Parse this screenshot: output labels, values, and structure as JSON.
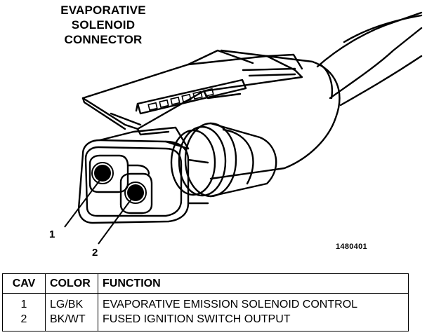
{
  "title": {
    "line1": "EVAPORATIVE",
    "line2": "SOLENOID",
    "line3": "CONNECTOR"
  },
  "pins": [
    {
      "label": "1"
    },
    {
      "label": "2"
    }
  ],
  "figure_id": "1480401",
  "table": {
    "headers": [
      "CAV",
      "COLOR",
      "FUNCTION"
    ],
    "rows": [
      {
        "cav": "1",
        "color": "LG/BK",
        "function": "EVAPORATIVE EMISSION SOLENOID CONTROL"
      },
      {
        "cav": "2",
        "color": "BK/WT",
        "function": "FUSED IGNITION SWITCH OUTPUT"
      }
    ]
  }
}
